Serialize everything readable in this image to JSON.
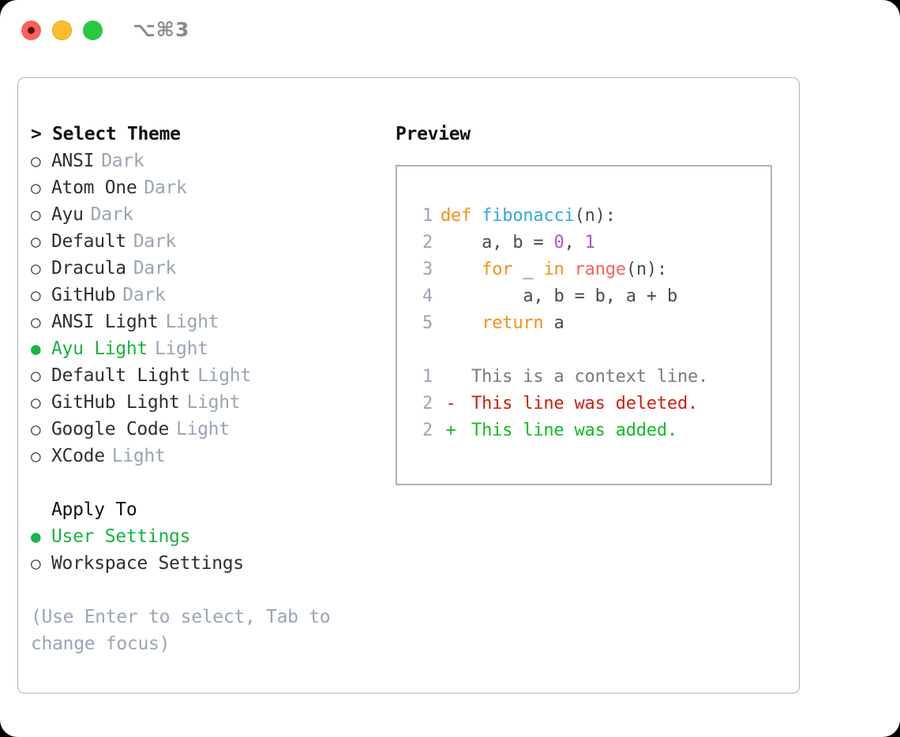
{
  "titlebar": {
    "shortcut": "⌥⌘3",
    "dots": [
      {
        "name": "close",
        "color": "#fc6058"
      },
      {
        "name": "minimize",
        "color": "#fdbd2e"
      },
      {
        "name": "maximize",
        "color": "#28c840"
      }
    ]
  },
  "colors": {
    "selected_green": "#17b441",
    "muted": "#9aa5b4",
    "border": "#aab3c0",
    "keyword": "#f79019",
    "function": "#35a4e8",
    "number": "#a457d6",
    "call": "#f8635c",
    "plain": "#4b4b4b",
    "diff_added": "#13bb23",
    "diff_deleted": "#cc1e10",
    "diff_context": "#7b7b7b"
  },
  "theme_section": {
    "caret": ">",
    "title": "Select Theme",
    "bullet_selected": "●",
    "bullet_unselected": "○",
    "items": [
      {
        "label": "ANSI",
        "kind": "Dark",
        "selected": false
      },
      {
        "label": "Atom One",
        "kind": "Dark",
        "selected": false
      },
      {
        "label": "Ayu",
        "kind": "Dark",
        "selected": false
      },
      {
        "label": "Default",
        "kind": "Dark",
        "selected": false
      },
      {
        "label": "Dracula",
        "kind": "Dark",
        "selected": false
      },
      {
        "label": "GitHub",
        "kind": "Dark",
        "selected": false
      },
      {
        "label": "ANSI Light",
        "kind": "Light",
        "selected": false
      },
      {
        "label": "Ayu Light",
        "kind": "Light",
        "selected": true
      },
      {
        "label": "Default Light",
        "kind": "Light",
        "selected": false
      },
      {
        "label": "GitHub Light",
        "kind": "Light",
        "selected": false
      },
      {
        "label": "Google Code",
        "kind": "Light",
        "selected": false
      },
      {
        "label": "XCode",
        "kind": "Light",
        "selected": false
      }
    ]
  },
  "apply_section": {
    "title": "Apply To",
    "items": [
      {
        "label": "User Settings",
        "selected": true
      },
      {
        "label": "Workspace Settings",
        "selected": false
      }
    ]
  },
  "hint": "(Use Enter to select, Tab to change focus)",
  "preview": {
    "title": "Preview",
    "code_lines": [
      {
        "number": "1",
        "tokens": [
          {
            "text": "def ",
            "type": "kw"
          },
          {
            "text": "fibonacci",
            "type": "fn"
          },
          {
            "text": "(n):",
            "type": "pln"
          }
        ]
      },
      {
        "number": "2",
        "tokens": [
          {
            "text": "    a, b = ",
            "type": "pln"
          },
          {
            "text": "0",
            "type": "num"
          },
          {
            "text": ", ",
            "type": "pln"
          },
          {
            "text": "1",
            "type": "num"
          }
        ]
      },
      {
        "number": "3",
        "tokens": [
          {
            "text": "    ",
            "type": "pln"
          },
          {
            "text": "for",
            "type": "kw"
          },
          {
            "text": " _ ",
            "type": "pln"
          },
          {
            "text": "in",
            "type": "kw"
          },
          {
            "text": " ",
            "type": "pln"
          },
          {
            "text": "range",
            "type": "call"
          },
          {
            "text": "(n):",
            "type": "pln"
          }
        ]
      },
      {
        "number": "4",
        "tokens": [
          {
            "text": "        a, b = b, a + b",
            "type": "pln"
          }
        ]
      },
      {
        "number": "5",
        "tokens": [
          {
            "text": "    ",
            "type": "pln"
          },
          {
            "text": "return",
            "type": "kw"
          },
          {
            "text": " a",
            "type": "pln"
          }
        ]
      }
    ],
    "diff_lines": [
      {
        "number": "1",
        "sign": " ",
        "text": "This is a context line.",
        "type": "context"
      },
      {
        "number": "2",
        "sign": "-",
        "text": "This line was deleted.",
        "type": "deleted"
      },
      {
        "number": "2",
        "sign": "+",
        "text": "This line was added.",
        "type": "added"
      }
    ]
  }
}
